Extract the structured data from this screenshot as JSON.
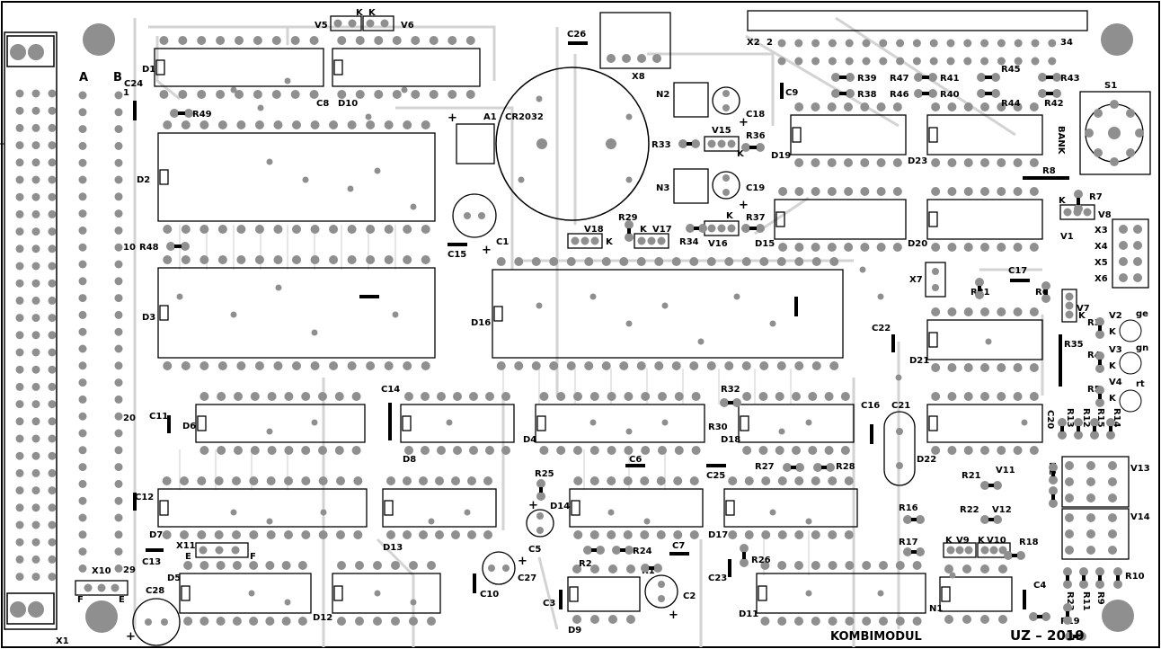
{
  "board": {
    "module_name": "KOMBIMODUL",
    "footer": "UZ – 2019",
    "battery": "CR2032",
    "switch_label": "BANK",
    "connector_x1": "X1",
    "connector_x2": "X2",
    "x2_pin_start": "2",
    "x2_pin_end": "34",
    "col_a": "A",
    "col_b": "B",
    "rows": [
      "1",
      "10",
      "20",
      "29"
    ]
  },
  "ics": [
    {
      "id": "D1",
      "label": "D1"
    },
    {
      "id": "D10",
      "label": "D10"
    },
    {
      "id": "D2",
      "label": "D2"
    },
    {
      "id": "D3",
      "label": "D3"
    },
    {
      "id": "D16",
      "label": "D16"
    },
    {
      "id": "D19",
      "label": "D19"
    },
    {
      "id": "D23",
      "label": "D23"
    },
    {
      "id": "D15",
      "label": "D15"
    },
    {
      "id": "D20",
      "label": "D20"
    },
    {
      "id": "D21",
      "label": "D21"
    },
    {
      "id": "D6",
      "label": "D6"
    },
    {
      "id": "D8",
      "label": "D8"
    },
    {
      "id": "D4",
      "label": "D4"
    },
    {
      "id": "D18",
      "label": "D18"
    },
    {
      "id": "D22",
      "label": "D22"
    },
    {
      "id": "D7",
      "label": "D7"
    },
    {
      "id": "D13",
      "label": "D13"
    },
    {
      "id": "D14",
      "label": "D14"
    },
    {
      "id": "D17",
      "label": "D17"
    },
    {
      "id": "D5",
      "label": "D5"
    },
    {
      "id": "D12",
      "label": "D12"
    },
    {
      "id": "D9",
      "label": "D9"
    },
    {
      "id": "D11",
      "label": "D11"
    },
    {
      "id": "N1",
      "label": "N1"
    }
  ],
  "labels": {
    "V5": "V5",
    "V6": "V6",
    "K": "K",
    "C26": "C26",
    "X8": "X8",
    "C24": "C24",
    "R49": "R49",
    "C8": "C8",
    "A1": "A1",
    "plus": "+",
    "N2": "N2",
    "C18": "C18",
    "R33": "R33",
    "V15": "V15",
    "R36": "R36",
    "N3": "N3",
    "C19": "C19",
    "R29": "R29",
    "V18": "V18",
    "V17": "V17",
    "R34": "R34",
    "V16": "V16",
    "R37": "R37",
    "C1": "C1",
    "C15": "C15",
    "R48": "R48",
    "C9": "C9",
    "R39": "R39",
    "R47": "R47",
    "R41": "R41",
    "R45": "R45",
    "R43": "R43",
    "R38": "R38",
    "R46": "R46",
    "R40": "R40",
    "R44": "R44",
    "R42": "R42",
    "S1": "S1",
    "R8": "R8",
    "R7": "R7",
    "V8": "V8",
    "X3": "X3",
    "X4": "X4",
    "X5": "X5",
    "X6": "X6",
    "V1": "V1",
    "X7": "X7",
    "R31": "R31",
    "C17": "C17",
    "R6": "R6",
    "V7": "V7",
    "C22": "C22",
    "R3": "R3",
    "V2": "V2",
    "ge": "ge",
    "R35": "R35",
    "R4": "R4",
    "V3": "V3",
    "gn": "gn",
    "R5": "R5",
    "V4": "V4",
    "rt": "rt",
    "C20": "C20",
    "C14": "C14",
    "C11": "C11",
    "R32": "R32",
    "R30": "R30",
    "C16": "C16",
    "C21": "C21",
    "R13": "R13",
    "R12": "R12",
    "R15": "R15",
    "R14": "R14",
    "C6": "C6",
    "C25": "C25",
    "R27": "R27",
    "R28": "R28",
    "R20": "R20",
    "V13": "V13",
    "R21": "R21",
    "V11": "V11",
    "C12": "C12",
    "R25": "R25",
    "R16": "R16",
    "R22": "R22",
    "V12": "V12",
    "V14": "V14",
    "C5": "C5",
    "R24": "R24",
    "C7": "C7",
    "R2": "R2",
    "X11": "X11",
    "E": "E",
    "F": "F",
    "C13": "C13",
    "R17": "R17",
    "R18": "R18",
    "V9": "V9",
    "V10": "V10",
    "R26": "R26",
    "R1": "R1",
    "C27": "C27",
    "C23": "C23",
    "X10": "X10",
    "C28": "C28",
    "C10": "C10",
    "C3": "C3",
    "C2": "C2",
    "C4": "C4",
    "R23": "R23",
    "R11": "R11",
    "R9": "R9",
    "R10": "R10",
    "R19": "R19"
  }
}
